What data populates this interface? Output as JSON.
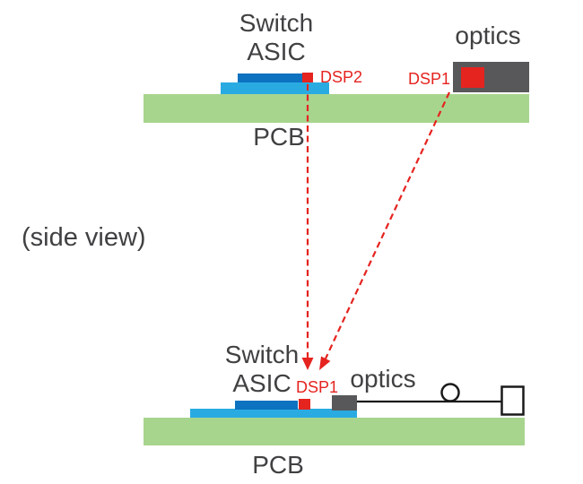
{
  "side_view_label": "(side view)",
  "colors": {
    "pcb_green": "#a8d58e",
    "asic_die_blue": "#0d72c0",
    "asic_substrate_blue": "#29abe2",
    "dsp_red": "#e5231f",
    "optics_gray": "#58585a",
    "label_dark": "#414042",
    "line_black": "#1a1a1a"
  },
  "top_diagram": {
    "switch_asic_line1": "Switch",
    "switch_asic_line2": "ASIC",
    "dsp2_label": "DSP2",
    "dsp1_label": "DSP1",
    "optics_label": "optics",
    "pcb_label": "PCB"
  },
  "bottom_diagram": {
    "switch_asic_line1": "Switch",
    "switch_asic_line2": "ASIC",
    "dsp1_label": "DSP1",
    "optics_label": "optics",
    "pcb_label": "PCB"
  }
}
